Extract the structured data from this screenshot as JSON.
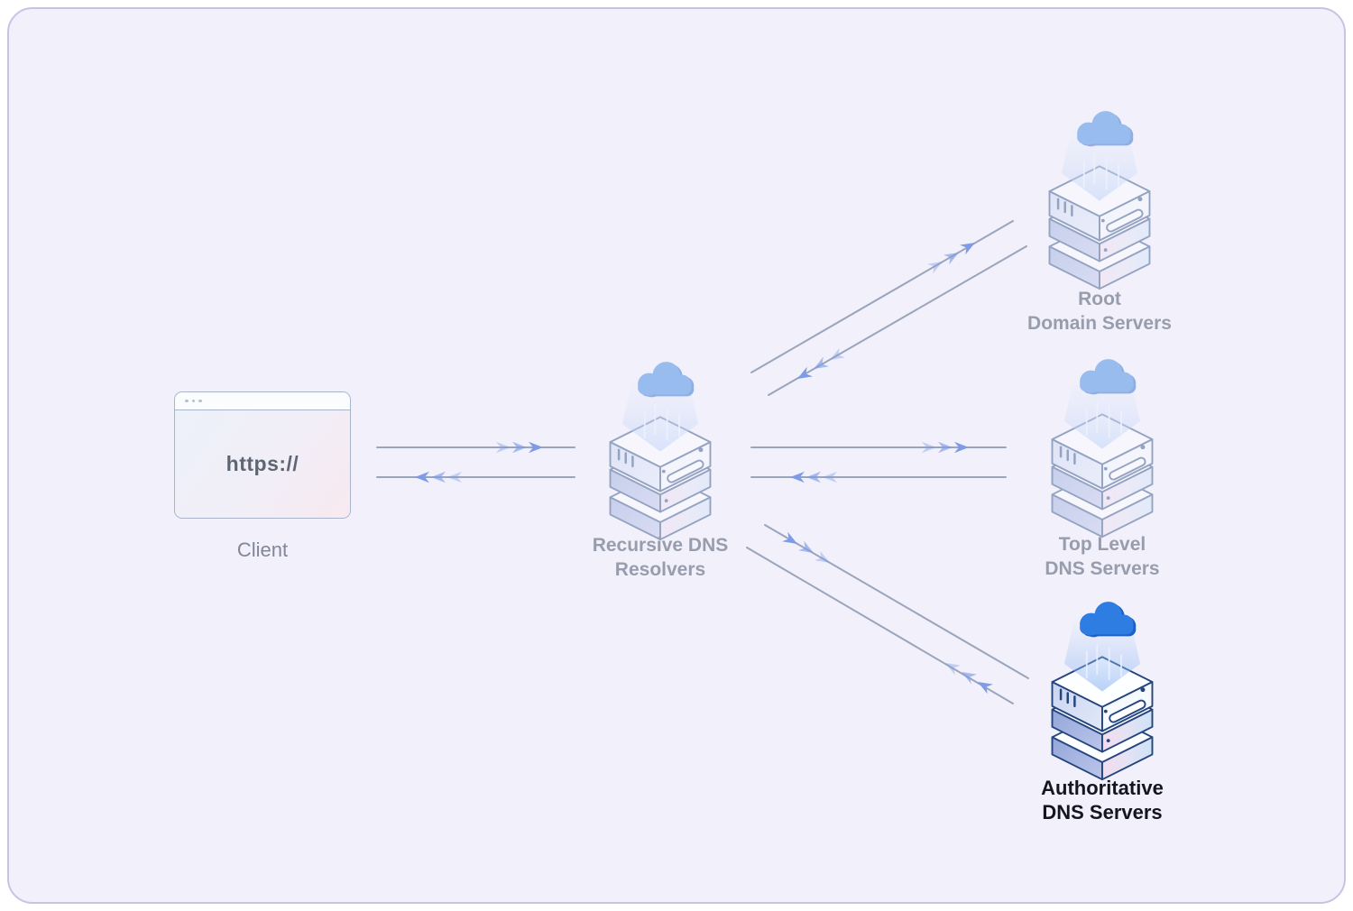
{
  "diagram": {
    "type": "dns-resolution-flow",
    "nodes": {
      "client": {
        "label": "Client",
        "url_text": "https://"
      },
      "resolver": {
        "label_line1": "Recursive DNS",
        "label_line2": "Resolvers"
      },
      "root": {
        "label_line1": "Root",
        "label_line2": "Domain Servers"
      },
      "tld": {
        "label_line1": "Top Level",
        "label_line2": "DNS Servers"
      },
      "authoritative": {
        "label_line1": "Authoritative",
        "label_line2": "DNS Servers"
      }
    },
    "connections": [
      {
        "from": "client",
        "to": "resolver",
        "direction": "bidirectional"
      },
      {
        "from": "resolver",
        "to": "root",
        "direction": "bidirectional"
      },
      {
        "from": "resolver",
        "to": "tld",
        "direction": "bidirectional"
      },
      {
        "from": "resolver",
        "to": "authoritative",
        "direction": "bidirectional"
      }
    ],
    "icons": {
      "client": "browser-window-icon",
      "resolver": "cloud-server-stack-icon",
      "root": "cloud-server-stack-icon",
      "tld": "cloud-server-stack-icon",
      "authoritative": "cloud-server-stack-icon"
    },
    "colors": {
      "canvas_background": "#f2f1fb",
      "canvas_border": "#c9c2e4",
      "connector_line": "#9aa5bb",
      "arrowhead": "#7d9be7",
      "cloud_blue": "#2e7de2",
      "server_outline_navy": "#24457e",
      "label_gray": "#989dad",
      "label_dark": "#14161f"
    },
    "highlighted_node": "authoritative"
  }
}
